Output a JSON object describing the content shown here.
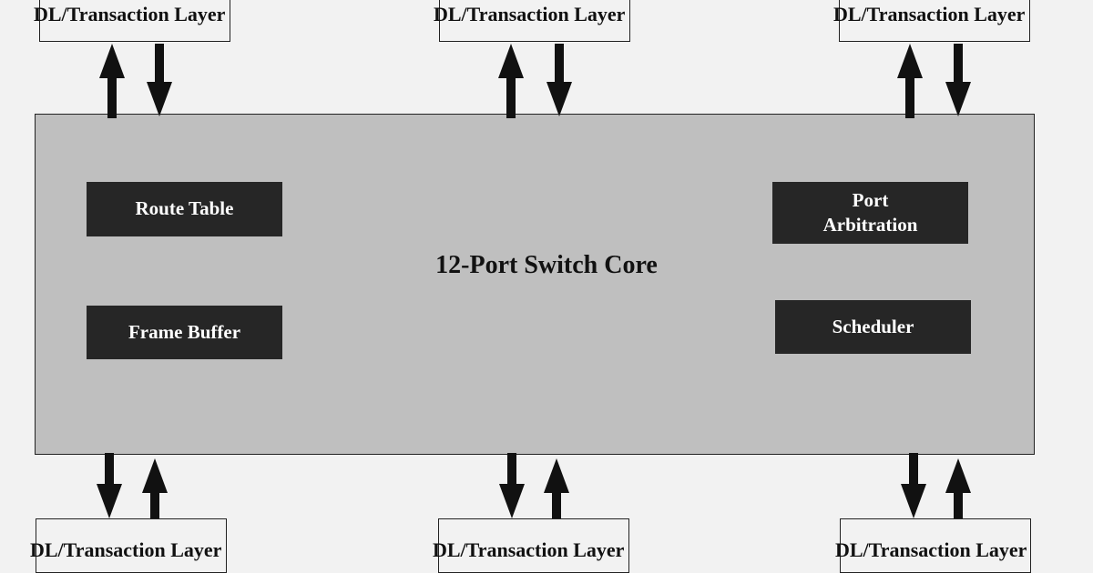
{
  "diagram": {
    "core_title": "12-Port Switch Core",
    "top_layers": [
      {
        "label": "DL/Transaction Layer"
      },
      {
        "label": "DL/Transaction Layer"
      },
      {
        "label": "DL/Transaction Layer"
      }
    ],
    "bottom_layers": [
      {
        "label": "DL/Transaction Layer"
      },
      {
        "label": "DL/Transaction Layer"
      },
      {
        "label": "DL/Transaction Layer"
      }
    ],
    "blocks": {
      "route_table": "Route Table",
      "frame_buffer": "Frame Buffer",
      "port_arbitration_line1": "Port",
      "port_arbitration_line2": "Arbitration",
      "scheduler": "Scheduler"
    }
  }
}
